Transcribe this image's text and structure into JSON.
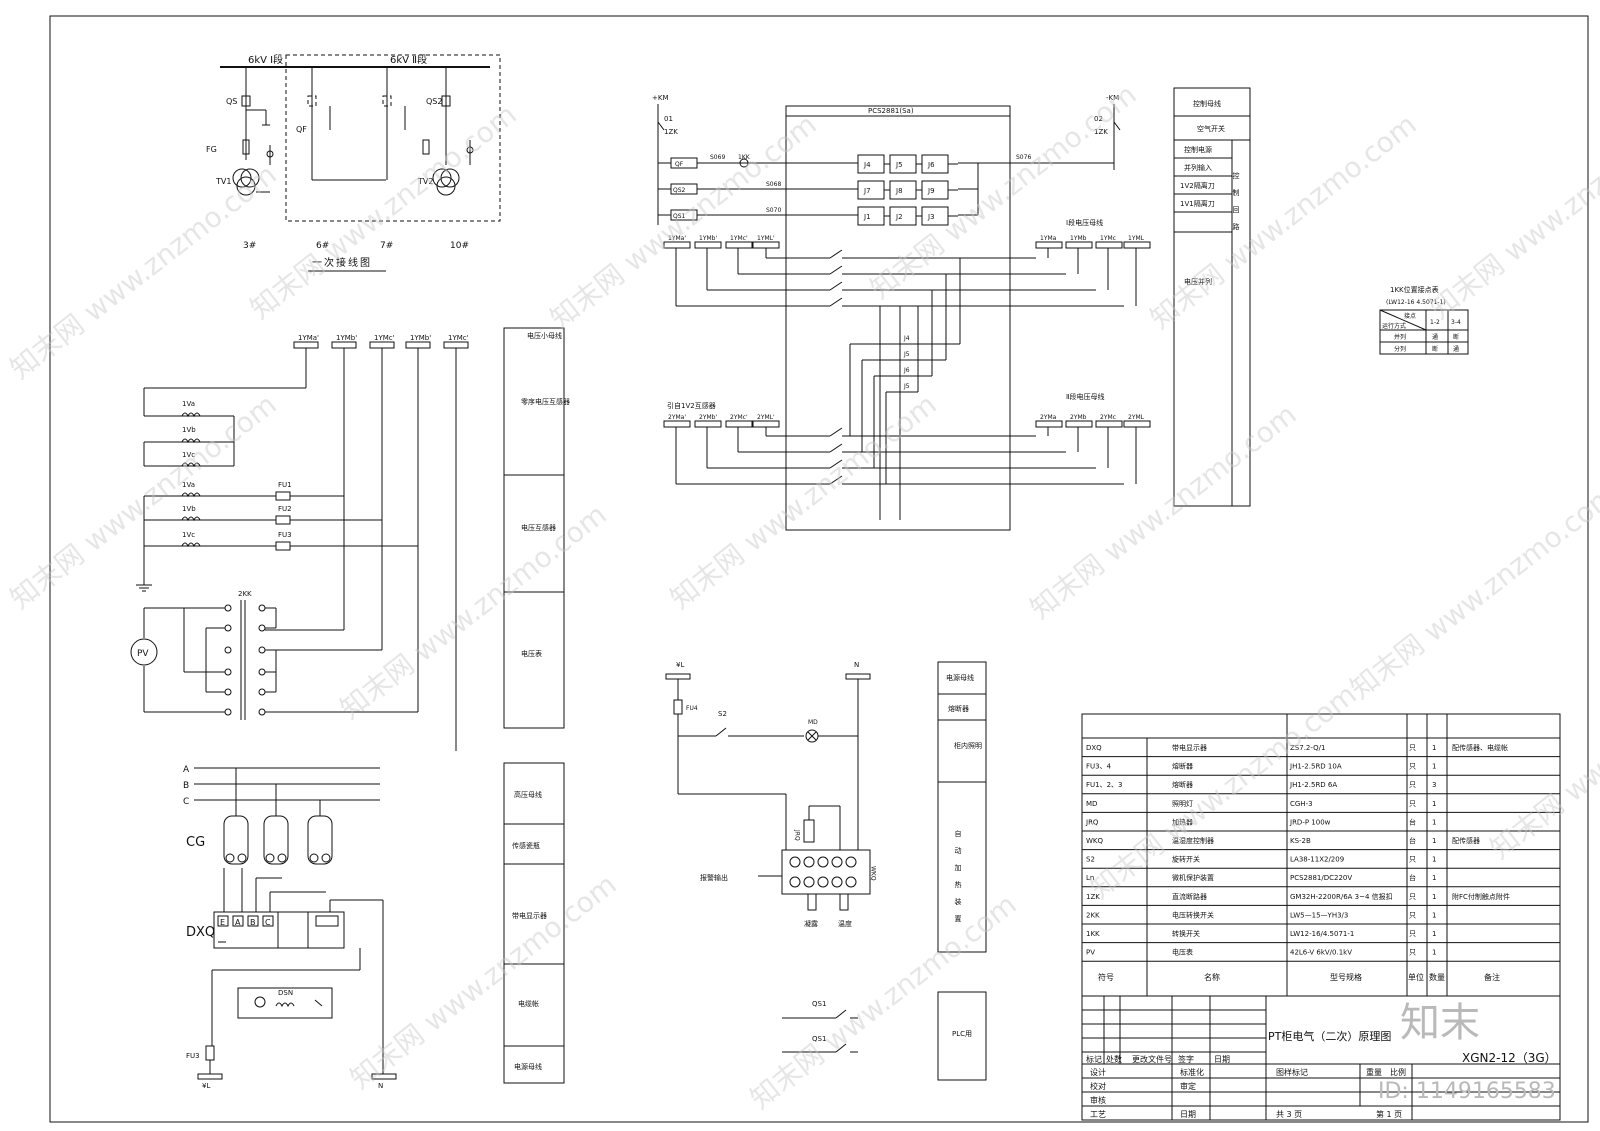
{
  "primary": {
    "bus1": "6kV Ⅰ段",
    "bus2": "6kV Ⅱ段",
    "qs": "QS",
    "qs2": "QS2",
    "qf": "QF",
    "fg": "FG",
    "tv1": "TV1",
    "tv2": "TV2",
    "nums": [
      "3#",
      "6#",
      "7#",
      "10#"
    ],
    "caption": "一次接线图"
  },
  "left_bus_labels": [
    "1YMa'",
    "1YMb'",
    "1YMc'",
    "1YMb'",
    "1YMc'"
  ],
  "left_coils": [
    "1Va",
    "1Vb",
    "1Vc",
    "1Va",
    "1Vb",
    "1Vc"
  ],
  "left_fuses": [
    "FU1",
    "FU2",
    "FU3"
  ],
  "switch_2kk": "2KK",
  "pv": "PV",
  "mid_legend": [
    "电压小母线",
    "零序电压互感器",
    "电压互感器",
    "电压表"
  ],
  "bot_legend": [
    "高压母线",
    "传感瓷瓶",
    "带电显示器",
    "电缆帐",
    "电源母线"
  ],
  "dxq": {
    "phases": [
      "A",
      "B",
      "C"
    ],
    "cg": "CG",
    "dxq": "DXQ",
    "terms": [
      "E",
      "A",
      "B",
      "C"
    ],
    "dsn": "DSN",
    "fu3": "FU3",
    "wl": "¥L",
    "n": "N"
  },
  "relay": {
    "device": "PCS2881(Sa)",
    "plus_km": "+KM",
    "minus_km": "-KM",
    "q1": "01",
    "q2": "02",
    "zk": "1ZK",
    "qf": "QF",
    "qs2": "QS2",
    "qs1": "QS1",
    "sr1": [
      "S069",
      "1KK",
      "S068",
      "S070"
    ],
    "sr_right": "S076",
    "jgrid": [
      "J4",
      "J5",
      "J6",
      "J7",
      "J8",
      "J9",
      "J1",
      "J2",
      "J3"
    ],
    "bus1_left": [
      "1YMa'",
      "1YMb'",
      "1YMc'",
      "1YML'"
    ],
    "bus1_right": [
      "1YMa",
      "1YMb",
      "1YMc",
      "1YML"
    ],
    "bus1_title": "Ⅰ段电压母线",
    "bus2_left": [
      "2YMa'",
      "2YMb'",
      "2YMc'",
      "2YML'"
    ],
    "bus2_right": [
      "2YMa",
      "2YMb",
      "2YMc",
      "2YML"
    ],
    "bus2_title": "Ⅱ段电压母线",
    "tv_title": "引自1V2互感器",
    "mid_j": [
      "J4",
      "J5",
      "J6",
      "J5"
    ]
  },
  "right_legend": {
    "top": [
      "控制母线",
      "空气开关"
    ],
    "items": [
      "控制电源",
      "并列输入",
      "1V2隔离刀",
      "1V1隔离刀",
      "电压并列"
    ],
    "side": "控制回路"
  },
  "kk_table": {
    "title": "1KK位置接点表",
    "sub": "(LW12-16 4.5071-1)",
    "head": [
      "运行方式",
      "接点",
      "1-2",
      "3-4"
    ],
    "rows": [
      [
        "并列",
        "通",
        "断"
      ],
      [
        "分列",
        "断",
        "通"
      ]
    ]
  },
  "heater": {
    "wl": "¥L",
    "n": "N",
    "fu4": "FU4",
    "s2": "S2",
    "md": "MD",
    "jrq": "JRQ",
    "wkq": "WKQ",
    "input": "报警输出",
    "t1": "凝露",
    "t2": "温度"
  },
  "qs_bottom": [
    "QS1",
    "QS1"
  ],
  "bottom_right_legend": [
    "电源母线",
    "熔断器",
    "柜内照明",
    "自动加热装置",
    "PLC用"
  ],
  "bom": {
    "rows": [
      [
        "DXQ",
        "带电显示器",
        "ZS7.2-Q/1",
        "只",
        "1",
        "配传感器、电缆帐"
      ],
      [
        "FU3、4",
        "熔断器",
        "JH1-2.5RD 10A",
        "只",
        "1",
        ""
      ],
      [
        "FU1、2、3",
        "熔断器",
        "JH1-2.5RD 6A",
        "只",
        "3",
        ""
      ],
      [
        "MD",
        "照明灯",
        "CGH-3",
        "只",
        "1",
        ""
      ],
      [
        "JRQ",
        "加热器",
        "JRD-P 100w",
        "台",
        "1",
        ""
      ],
      [
        "WKQ",
        "温湿度控制器",
        "KS-2B",
        "台",
        "1",
        "配传感器"
      ],
      [
        "S2",
        "旋转开关",
        "LA38-11X2/209",
        "只",
        "1",
        ""
      ],
      [
        "Ln",
        "微机保护装置",
        "PCS2881/DC220V",
        "台",
        "1",
        ""
      ],
      [
        "1ZK",
        "直流断路器",
        "GM32H-2200R/6A 3~4 信报扣",
        "只",
        "1",
        "附FC付制触点附件"
      ],
      [
        "2KK",
        "电压转换开关",
        "LW5—15—YH3/3",
        "只",
        "1",
        ""
      ],
      [
        "1KK",
        "转换开关",
        "LW12-16/4.5071-1",
        "只",
        "1",
        ""
      ],
      [
        "PV",
        "电压表",
        "42L6-V 6kV/0.1kV",
        "只",
        "1",
        ""
      ]
    ],
    "header": [
      "符号",
      "名称",
      "型号规格",
      "单位",
      "数量",
      "备注"
    ]
  },
  "title_block": {
    "title": "PT柜电气（二次）原理图",
    "code": "XGN2-12（3G）",
    "row1": [
      "标记",
      "处数",
      "更改文件号",
      "签字",
      "日期"
    ],
    "left": [
      "设计",
      "校对",
      "审核",
      "工艺"
    ],
    "mid": [
      "标准化",
      "审定",
      "",
      "日期"
    ],
    "right1": [
      "图样标记",
      "重量",
      "比例"
    ],
    "pages": "共 3 页",
    "page": "第 1 页"
  },
  "watermark": "知末网 www.znzmo.com",
  "brand": "知末",
  "id_text": "ID: 1149165583"
}
